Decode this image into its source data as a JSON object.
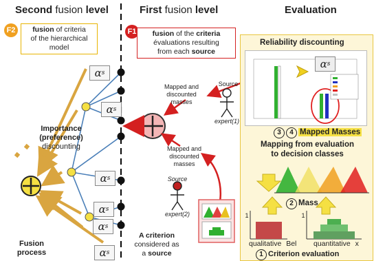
{
  "left_header": {
    "bold": "Second",
    "light": " fusion ",
    "bold2": "level"
  },
  "mid_header": {
    "bold": "First",
    "light": " fusion ",
    "bold2": "level"
  },
  "right_header": {
    "text": "Evaluation"
  },
  "badge_f2": "F2",
  "badge_f1": "F1",
  "f2_box": {
    "line1_bold": "fusion",
    "line1_rest": " of criteria",
    "line2": "of the hierarchical",
    "line3": "model"
  },
  "f1_box": {
    "line1_bold": "fusion",
    "line1_rest": " of the ",
    "line1_bold2": "criteria",
    "line2": "évaluations resulting",
    "line3_rest": "from each ",
    "line3_bold": "source"
  },
  "alpha_symbol": "α",
  "alpha_sub": "s",
  "importance": {
    "l1": "Importance",
    "l2": "(preference)",
    "l3": "discounting"
  },
  "fusion_process": {
    "l1": "Fusion",
    "l2": "process"
  },
  "criterion_source": {
    "l1": "A criterion",
    "l2": "considered as",
    "l3_rest": "a ",
    "l3_bold": "source"
  },
  "mapped_top": {
    "l1": "Mapped and",
    "l2": "discounted",
    "l3": "masses"
  },
  "mapped_bottom": {
    "l1": "Mapped and",
    "l2": "discounted",
    "l3": "masses"
  },
  "source1": {
    "label": "Source",
    "name": "expert(1)"
  },
  "source2": {
    "label": "Source",
    "name": "expert(2)"
  },
  "reliability_title": "Reliability discounting",
  "mapped_masses": {
    "n3": "3",
    "n4": "4",
    "text": "Mapped Masses"
  },
  "mapping_title": {
    "l1": "Mapping from evaluation",
    "l2": "to decision classes"
  },
  "mass": {
    "n": "2",
    "text": "Mass"
  },
  "qualitative": {
    "text": "qualitative",
    "axis": "Bel"
  },
  "quantitative": {
    "text": "quantitative",
    "axis": "x"
  },
  "criterion_eval": {
    "n": "1",
    "text": "Criterion evaluation"
  },
  "axis_one": "1",
  "colors": {
    "yellow": "#f5e043",
    "red": "#e02020",
    "accent_orange": "#f0a020",
    "arrow_gold": "#d9a540",
    "line_blue": "#4a7fb8",
    "eval_bg": "#fdf6d8"
  }
}
